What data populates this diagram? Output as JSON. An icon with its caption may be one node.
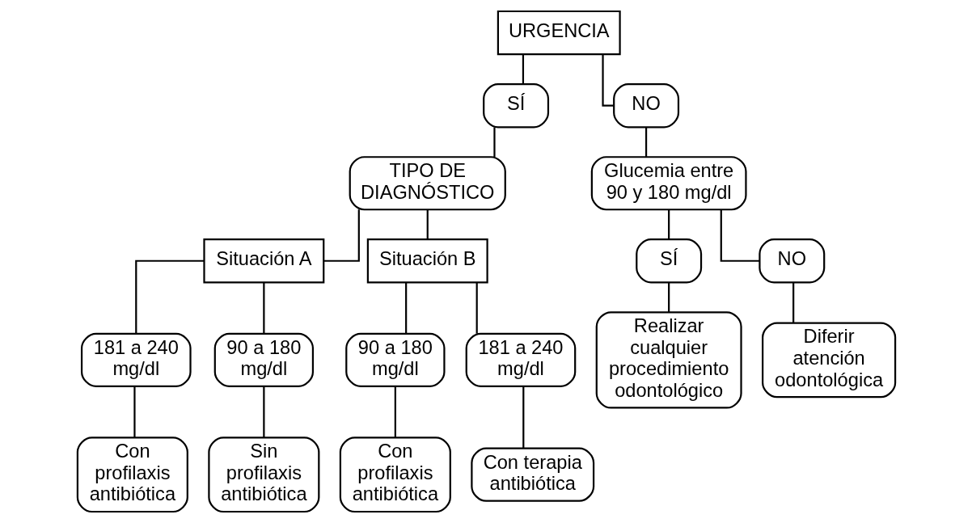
{
  "diagram": {
    "nodes": [
      {
        "text": [
          "URGENCIA"
        ]
      },
      {
        "text": [
          "SÍ"
        ]
      },
      {
        "text": [
          "NO"
        ]
      },
      {
        "text": [
          "TIPO DE DIAGNÓSTICO"
        ]
      },
      {
        "text": [
          "Glucemia entre 90 y 180 mg/dl"
        ]
      },
      {
        "text": [
          "Situación A"
        ]
      },
      {
        "text": [
          "Situación B"
        ]
      },
      {
        "text": [
          "SÍ"
        ]
      },
      {
        "text": [
          "NO"
        ]
      },
      {
        "text": [
          "181 a 240 mg/dl"
        ]
      },
      {
        "text": [
          "90 a 180 mg/dl"
        ]
      },
      {
        "text": [
          "90 a 180 mg/dl"
        ]
      },
      {
        "text": [
          "181 a 240 mg/dl"
        ]
      },
      {
        "text": [
          "Realizar cualquier procedimiento odontológico"
        ]
      },
      {
        "text": [
          "Diferir atención odontológica"
        ]
      },
      {
        "text": [
          "Con profilaxis antibiótica"
        ]
      },
      {
        "text": [
          "Sin profilaxis antibiótica"
        ]
      },
      {
        "text": [
          "Con profilaxis antibiótica"
        ]
      },
      {
        "text": [
          "Con terapia antibiótica"
        ]
      }
    ],
    "edges": [
      {
        "from": 0,
        "to": 1,
        "arrow": "none"
      },
      {
        "from": 0,
        "to": 2,
        "arrow": "none"
      },
      {
        "from": 1,
        "to": 3,
        "arrow": "none"
      },
      {
        "from": 2,
        "to": 4,
        "arrow": "none"
      },
      {
        "from": 3,
        "to": 5,
        "arrow": "none"
      },
      {
        "from": 3,
        "to": 6,
        "arrow": "none"
      },
      {
        "from": 4,
        "to": 7,
        "arrow": "none"
      },
      {
        "from": 4,
        "to": 8,
        "arrow": "none"
      },
      {
        "from": 5,
        "to": 9,
        "arrow": "none"
      },
      {
        "from": 5,
        "to": 10,
        "arrow": "none"
      },
      {
        "from": 6,
        "to": 11,
        "arrow": "none"
      },
      {
        "from": 6,
        "to": 12,
        "arrow": "none"
      },
      {
        "from": 7,
        "to": 13,
        "arrow": "none"
      },
      {
        "from": 8,
        "to": 14,
        "arrow": "none"
      },
      {
        "from": 9,
        "to": 15,
        "arrow": "none"
      },
      {
        "from": 10,
        "to": 16,
        "arrow": "none"
      },
      {
        "from": 11,
        "to": 17,
        "arrow": "none"
      },
      {
        "from": 12,
        "to": 18,
        "arrow": "none"
      }
    ]
  }
}
